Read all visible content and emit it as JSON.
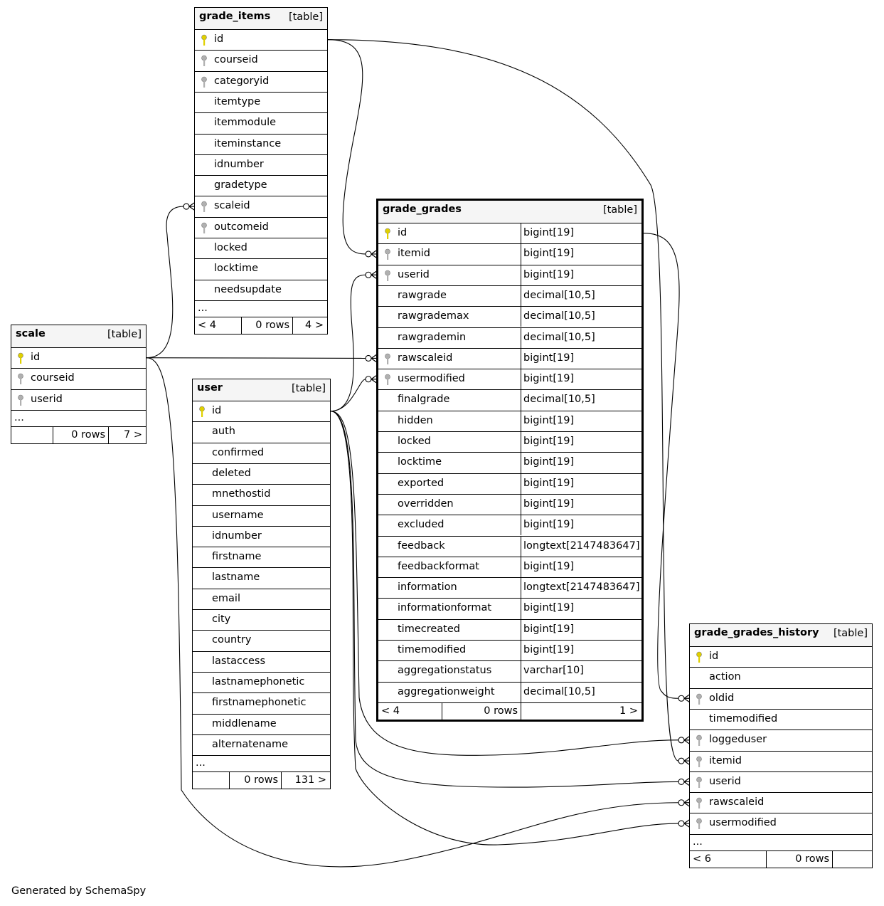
{
  "colors": {
    "primary_key": "#e0d000",
    "foreign_key": "#b0b0b0",
    "header_bg": "#f5f5f5"
  },
  "tables": {
    "grade_items": {
      "name": "grade_items",
      "type": "[table]",
      "columns": [
        {
          "name": "id",
          "key": "primary-key-icon"
        },
        {
          "name": "courseid",
          "key": "foreign-key-icon"
        },
        {
          "name": "categoryid",
          "key": "foreign-key-icon"
        },
        {
          "name": "itemtype",
          "key": ""
        },
        {
          "name": "itemmodule",
          "key": ""
        },
        {
          "name": "iteminstance",
          "key": ""
        },
        {
          "name": "idnumber",
          "key": ""
        },
        {
          "name": "gradetype",
          "key": ""
        },
        {
          "name": "scaleid",
          "key": "foreign-key-icon"
        },
        {
          "name": "outcomeid",
          "key": "foreign-key-icon"
        },
        {
          "name": "locked",
          "key": ""
        },
        {
          "name": "locktime",
          "key": ""
        },
        {
          "name": "needsupdate",
          "key": ""
        }
      ],
      "more": "...",
      "footer": {
        "left": "< 4",
        "mid": "0 rows",
        "right": "4 >"
      }
    },
    "scale": {
      "name": "scale",
      "type": "[table]",
      "columns": [
        {
          "name": "id",
          "key": "primary-key-icon"
        },
        {
          "name": "courseid",
          "key": "foreign-key-icon"
        },
        {
          "name": "userid",
          "key": "foreign-key-icon"
        }
      ],
      "more": "...",
      "footer": {
        "left": "",
        "mid": "0 rows",
        "right": "7 >"
      }
    },
    "user": {
      "name": "user",
      "type": "[table]",
      "columns": [
        {
          "name": "id",
          "key": "primary-key-icon"
        },
        {
          "name": "auth",
          "key": ""
        },
        {
          "name": "confirmed",
          "key": ""
        },
        {
          "name": "deleted",
          "key": ""
        },
        {
          "name": "mnethostid",
          "key": ""
        },
        {
          "name": "username",
          "key": ""
        },
        {
          "name": "idnumber",
          "key": ""
        },
        {
          "name": "firstname",
          "key": ""
        },
        {
          "name": "lastname",
          "key": ""
        },
        {
          "name": "email",
          "key": ""
        },
        {
          "name": "city",
          "key": ""
        },
        {
          "name": "country",
          "key": ""
        },
        {
          "name": "lastaccess",
          "key": ""
        },
        {
          "name": "lastnamephonetic",
          "key": ""
        },
        {
          "name": "firstnamephonetic",
          "key": ""
        },
        {
          "name": "middlename",
          "key": ""
        },
        {
          "name": "alternatename",
          "key": ""
        }
      ],
      "more": "...",
      "footer": {
        "left": "",
        "mid": "0 rows",
        "right": "131 >"
      }
    },
    "grade_grades": {
      "name": "grade_grades",
      "type": "[table]",
      "columns": [
        {
          "name": "id",
          "key": "primary-key-icon",
          "type": "bigint[19]"
        },
        {
          "name": "itemid",
          "key": "foreign-key-icon",
          "type": "bigint[19]"
        },
        {
          "name": "userid",
          "key": "foreign-key-icon",
          "type": "bigint[19]"
        },
        {
          "name": "rawgrade",
          "key": "",
          "type": "decimal[10,5]"
        },
        {
          "name": "rawgrademax",
          "key": "",
          "type": "decimal[10,5]"
        },
        {
          "name": "rawgrademin",
          "key": "",
          "type": "decimal[10,5]"
        },
        {
          "name": "rawscaleid",
          "key": "foreign-key-icon",
          "type": "bigint[19]"
        },
        {
          "name": "usermodified",
          "key": "foreign-key-icon",
          "type": "bigint[19]"
        },
        {
          "name": "finalgrade",
          "key": "",
          "type": "decimal[10,5]"
        },
        {
          "name": "hidden",
          "key": "",
          "type": "bigint[19]"
        },
        {
          "name": "locked",
          "key": "",
          "type": "bigint[19]"
        },
        {
          "name": "locktime",
          "key": "",
          "type": "bigint[19]"
        },
        {
          "name": "exported",
          "key": "",
          "type": "bigint[19]"
        },
        {
          "name": "overridden",
          "key": "",
          "type": "bigint[19]"
        },
        {
          "name": "excluded",
          "key": "",
          "type": "bigint[19]"
        },
        {
          "name": "feedback",
          "key": "",
          "type": "longtext[2147483647]"
        },
        {
          "name": "feedbackformat",
          "key": "",
          "type": "bigint[19]"
        },
        {
          "name": "information",
          "key": "",
          "type": "longtext[2147483647]"
        },
        {
          "name": "informationformat",
          "key": "",
          "type": "bigint[19]"
        },
        {
          "name": "timecreated",
          "key": "",
          "type": "bigint[19]"
        },
        {
          "name": "timemodified",
          "key": "",
          "type": "bigint[19]"
        },
        {
          "name": "aggregationstatus",
          "key": "",
          "type": "varchar[10]"
        },
        {
          "name": "aggregationweight",
          "key": "",
          "type": "decimal[10,5]"
        }
      ],
      "more": "",
      "footer": {
        "left": "< 4",
        "mid": "0 rows",
        "right": "1 >"
      }
    },
    "grade_grades_history": {
      "name": "grade_grades_history",
      "type": "[table]",
      "columns": [
        {
          "name": "id",
          "key": "primary-key-icon"
        },
        {
          "name": "action",
          "key": ""
        },
        {
          "name": "oldid",
          "key": "foreign-key-icon"
        },
        {
          "name": "timemodified",
          "key": ""
        },
        {
          "name": "loggeduser",
          "key": "foreign-key-icon"
        },
        {
          "name": "itemid",
          "key": "foreign-key-icon"
        },
        {
          "name": "userid",
          "key": "foreign-key-icon"
        },
        {
          "name": "rawscaleid",
          "key": "foreign-key-icon"
        },
        {
          "name": "usermodified",
          "key": "foreign-key-icon"
        }
      ],
      "more": "...",
      "footer": {
        "left": "< 6",
        "mid": "0 rows",
        "right": ""
      }
    }
  },
  "footer_text": "Generated by SchemaSpy"
}
